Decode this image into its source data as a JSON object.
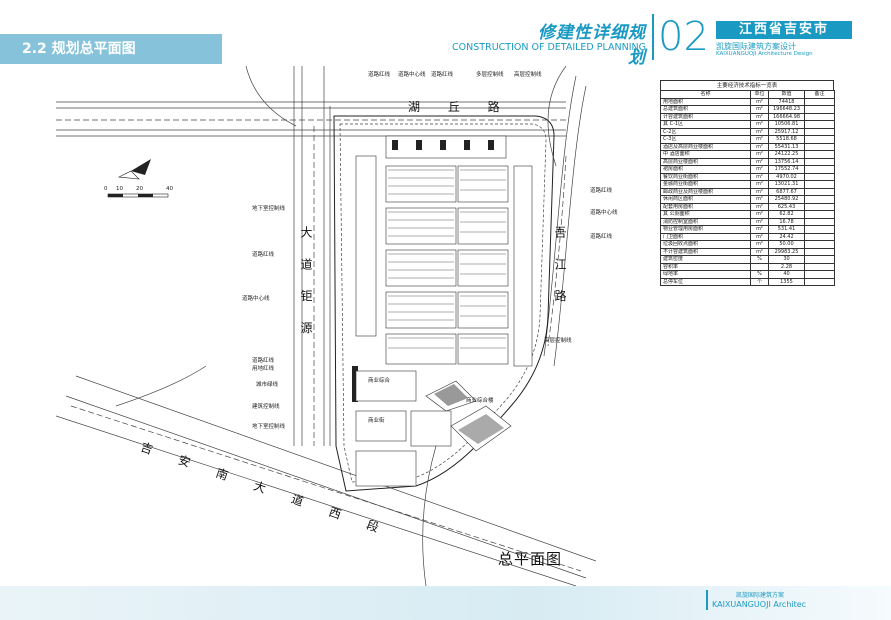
{
  "header": {
    "section": "2.2 规划总平面图",
    "title_cn": "修建性详细规划",
    "title_en": "CONSTRUCTION OF DETAILED PLANNING",
    "number": "02",
    "location": "江西省吉安市",
    "company_cn": "凯旋国际建筑方案设计",
    "company_en": "KAIXUANGUOJI Architecture Design"
  },
  "plan": {
    "title": "总平面图",
    "road_north": "湖 丘 路",
    "road_west": "大 道 钜 源",
    "road_east": "吾 江 路",
    "road_south": "吉 安 南 大 道 西 段",
    "scale_labels": [
      "0",
      "10",
      "20",
      "40"
    ],
    "labels": {
      "l1": "道路红线",
      "l2": "道路中心线",
      "l3": "道路红线",
      "l4": "多层控制线",
      "l5": "高层控制线",
      "l6": "地下室控制线",
      "l7": "道路红线",
      "l8": "道路中心线",
      "l9": "道路红线",
      "l10": "用地红线",
      "l11": "城市绿线",
      "l12": "建筑控制线",
      "l13": "地下室控制线",
      "r1": "道路红线",
      "r2": "道路中心线",
      "r3": "道路红线",
      "r4": "高层控制线",
      "c1": "商业综合",
      "c2": "商业街",
      "c3": "商业综合楼"
    }
  },
  "table": {
    "title": "主要经济技术指标一览表",
    "header": [
      "名称",
      "单位",
      "数值",
      "备注"
    ],
    "rows": [
      [
        "用地面积",
        "m²",
        "74418",
        ""
      ],
      [
        "总建筑面积",
        "m²",
        "196648.23",
        ""
      ],
      [
        "计容建筑面积",
        "m²",
        "166664.98",
        ""
      ],
      [
        "其 C-1区",
        "m²",
        "10506.81",
        ""
      ],
      [
        "C-2区",
        "m²",
        "25917.12",
        ""
      ],
      [
        "C-3区",
        "m²",
        "5518.68",
        ""
      ],
      [
        "酒店及高层商业楼面积",
        "m²",
        "55431.13",
        ""
      ],
      [
        "中 酒店面积",
        "m²",
        "24122.25",
        ""
      ],
      [
        "高层商业楼面积",
        "m²",
        "13756.14",
        ""
      ],
      [
        "裙房面积",
        "m²",
        "17552.74",
        ""
      ],
      [
        "餐饮商业街面积",
        "m²",
        "4970.02",
        ""
      ],
      [
        "金融商业街面积",
        "m²",
        "13021.31",
        ""
      ],
      [
        "邮政商业及商业楼面积",
        "m²",
        "6877.67",
        ""
      ],
      [
        "休闲商区面积",
        "m²",
        "25480.92",
        ""
      ],
      [
        "配套用房面积",
        "m²",
        "625.43",
        ""
      ],
      [
        "其 公厕面积",
        "m²",
        "62.82",
        ""
      ],
      [
        "消防控制室面积",
        "m²",
        "16.78",
        ""
      ],
      [
        "物业管理用房面积",
        "m²",
        "531.41",
        ""
      ],
      [
        "门卫面积",
        "m²",
        "24.42",
        ""
      ],
      [
        "垃圾回收点面积",
        "m²",
        "50.00",
        ""
      ],
      [
        "不计容建筑面积",
        "m²",
        "29983.25",
        ""
      ],
      [
        "建筑密度",
        "%",
        "30",
        ""
      ],
      [
        "容积率",
        "",
        "2.28",
        ""
      ],
      [
        "绿地率",
        "%",
        "40",
        ""
      ],
      [
        "总停车位",
        "个",
        "1355",
        ""
      ]
    ]
  },
  "footer": {
    "company_cn": "凯旋国际建筑方案",
    "company_en": "KAIXUANGUOJI Architec"
  },
  "colors": {
    "accent": "#1a9ac3",
    "section_bar": "#86c3da"
  }
}
